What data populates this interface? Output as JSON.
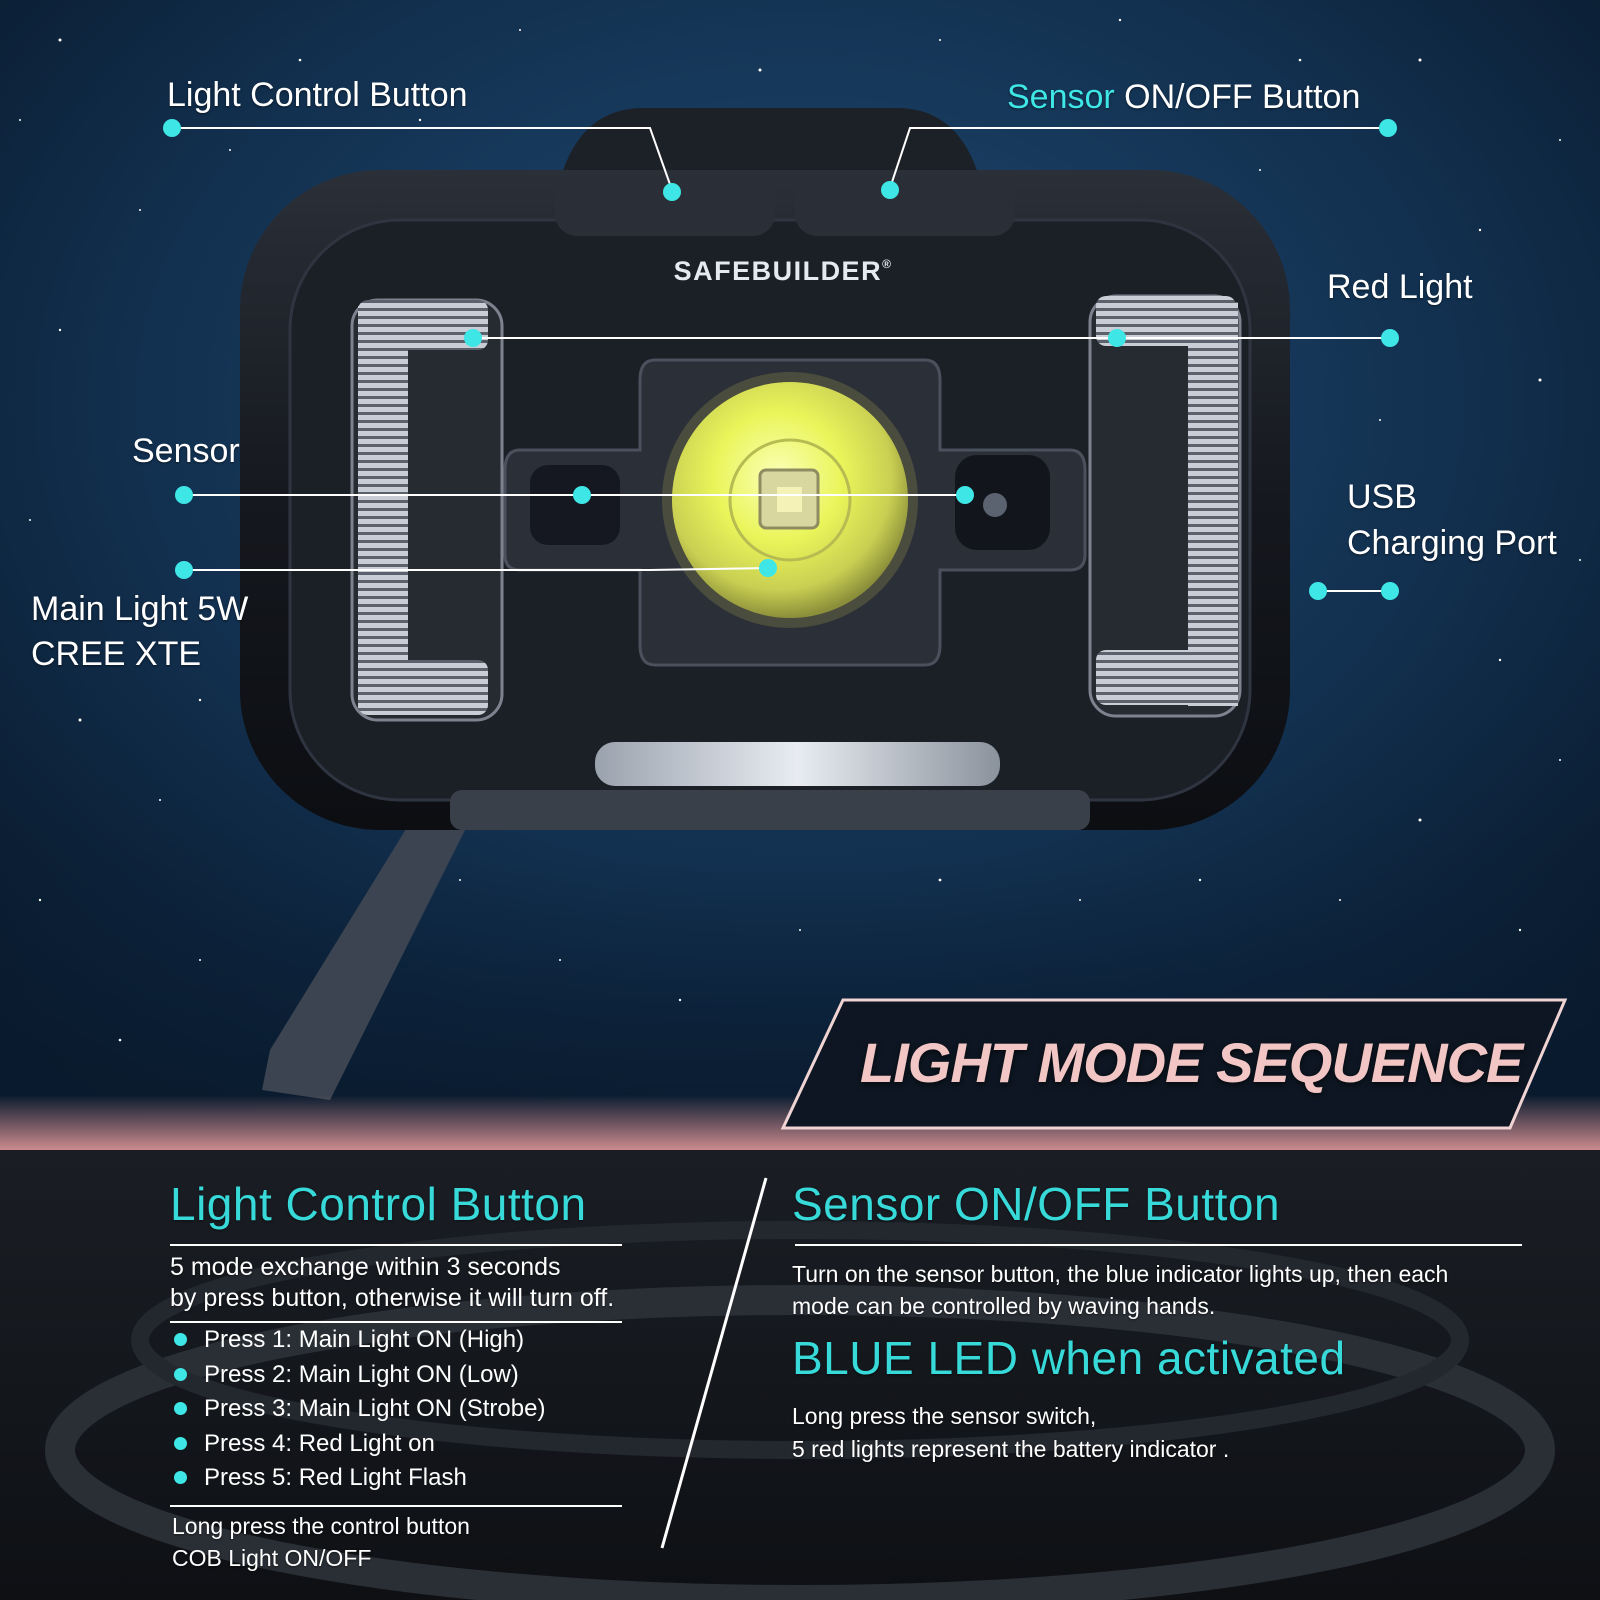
{
  "colors": {
    "accent_cyan": "#3ee6e6",
    "heading_cyan": "#37d9d9",
    "banner_text": "#f2c6c4",
    "banner_border": "#f0a8a8",
    "sky": "#0b1a2e"
  },
  "product": {
    "brand": "SAFEBUILDER",
    "registered_mark": "®"
  },
  "callouts": {
    "light_control_button": "Light Control Button",
    "sensor_button_prefix": "Sensor",
    "sensor_button_suffix": " ON/OFF Button",
    "red_light": "Red Light",
    "sensor": "Sensor",
    "usb_line1": "USB",
    "usb_line2": "Charging Port",
    "main_light_line1": "Main Light 5W",
    "main_light_line2": "CREE XTE"
  },
  "banner": {
    "title": "LIGHT MODE SEQUENCE"
  },
  "left_section": {
    "heading": "Light Control Button",
    "intro_line1": "5 mode exchange within 3 seconds",
    "intro_line2": "by press button, otherwise it will turn off.",
    "presses": [
      "Press 1: Main Light ON (High)",
      "Press 2: Main Light ON (Low)",
      "Press 3: Main Light ON (Strobe)",
      "Press 4: Red Light on",
      "Press 5: Red Light Flash"
    ],
    "footer_line1": "Long press the control button",
    "footer_line2": "COB Light ON/OFF"
  },
  "right_section": {
    "heading": "Sensor ON/OFF Button",
    "desc_line1": "Turn on the sensor button, the blue indicator lights up, then each",
    "desc_line2": "mode can be controlled by waving hands.",
    "subheading": "BLUE LED when activated",
    "note_line1": "Long press the sensor switch,",
    "note_line2": "5 red lights represent the battery indicator ."
  }
}
